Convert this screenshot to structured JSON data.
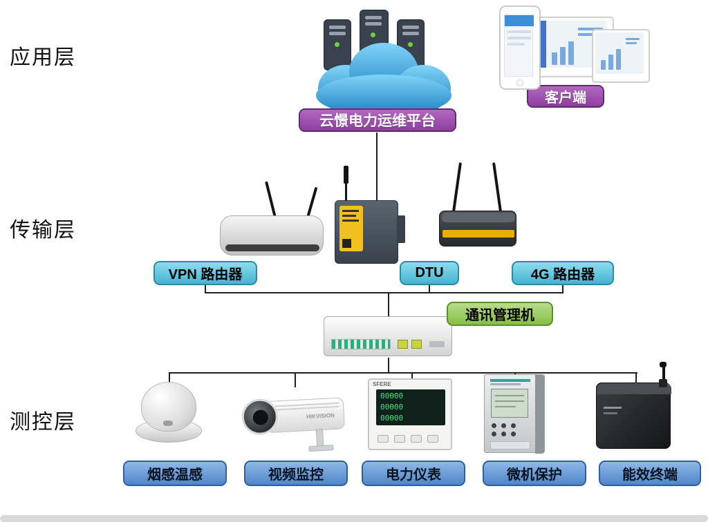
{
  "layers": {
    "application": "应用层",
    "transmission": "传输层",
    "measurement": "测控层"
  },
  "nodes": {
    "platform": "云憬电力运维平台",
    "client": "客户端",
    "vpn_router": "VPN 路由器",
    "dtu": "DTU",
    "router_4g": "4G 路由器",
    "comm_manager": "通讯管理机",
    "smoke_sensor": "烟感温感",
    "video_monitor": "视频监控",
    "power_meter": "电力仪表",
    "micro_protection": "微机保护",
    "energy_terminal": "能效终端"
  },
  "devices": {
    "camera_brand": "HIKVISION",
    "meter_brand": "SFERE",
    "meter_display": [
      "00000",
      "00000",
      "00000"
    ]
  },
  "colors": {
    "purple_label": "#9A47A8",
    "cyan_label": "#5BC4DC",
    "green_label": "#92C853",
    "blue_label": "#5B94D0",
    "cloud_blue": "#2E93D4",
    "connector": "#1F1F1F"
  }
}
